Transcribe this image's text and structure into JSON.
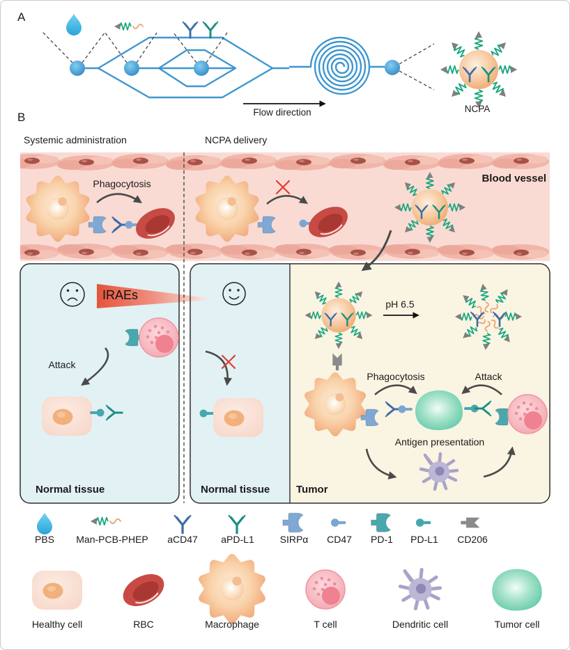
{
  "panel_a": {
    "label": "A",
    "flow_direction": "Flow direction",
    "ncpa_label": "NCPA"
  },
  "panel_b": {
    "label": "B",
    "systemic_title": "Systemic administration",
    "ncpa_title": "NCPA delivery",
    "blood_vessel": "Blood vessel",
    "phagocytosis_vessel": "Phagocytosis",
    "iraes": "IRAEs",
    "attack_left": "Attack",
    "normal_tissue_left": "Normal tissue",
    "normal_tissue_mid": "Normal tissue",
    "tumor": "Tumor",
    "ph_trigger": "pH 6.5",
    "phagocytosis_tumor": "Phagocytosis",
    "attack_tumor": "Attack",
    "antigen_presentation": "Antigen presentation"
  },
  "legend_molecules": [
    {
      "label": "PBS",
      "icon": "pbs-droplet-icon"
    },
    {
      "label": "Man-PCB-PHEP",
      "icon": "polymer-icon"
    },
    {
      "label": "aCD47",
      "icon": "antibody-blue-icon"
    },
    {
      "label": "aPD-L1",
      "icon": "antibody-teal-icon"
    },
    {
      "label": "SIRPα",
      "icon": "receptor-blue-icon"
    },
    {
      "label": "CD47",
      "icon": "ligand-pin-blue-icon"
    },
    {
      "label": "PD-1",
      "icon": "receptor-teal-icon"
    },
    {
      "label": "PD-L1",
      "icon": "ligand-pin-teal-icon"
    },
    {
      "label": "CD206",
      "icon": "receptor-gray-icon"
    }
  ],
  "legend_cells": [
    {
      "label": "Healthy cell"
    },
    {
      "label": "RBC"
    },
    {
      "label": "Macrophage"
    },
    {
      "label": "T cell"
    },
    {
      "label": "Dendritic cell"
    },
    {
      "label": "Tumor cell"
    }
  ],
  "colors": {
    "channel_blue": "#3e96cf",
    "antibody_blue": "#3d6da6",
    "antibody_teal": "#1d8e84",
    "receptor_sirpa": "#7fa8d4",
    "receptor_pd1": "#49a8ae",
    "ligand_cd47": "#7ba6d2",
    "ligand_pdl1": "#45a8ae",
    "receptor_cd206": "#8b8b8b",
    "polymer_green": "#17a67f",
    "polymer_orange": "#e8a470",
    "vessel_pink": "#f9dbd4",
    "tissue_blue": "#e1f1f4",
    "tumor_cream": "#faf4e3",
    "iraes_red": "#e5533c",
    "cross_red": "#e23b35",
    "arrow_gray": "#4a4a4a"
  }
}
